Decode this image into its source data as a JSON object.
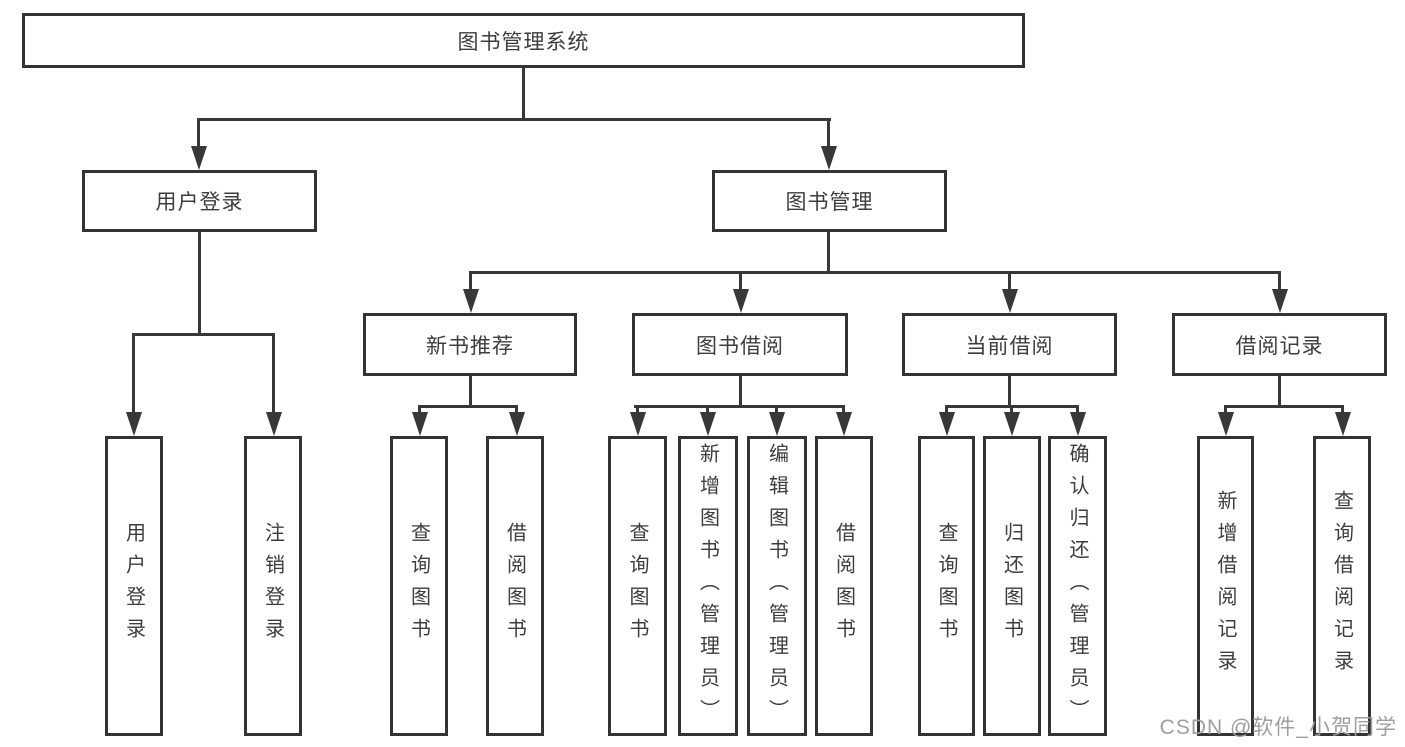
{
  "title": "图书管理系统",
  "colors": {
    "line": "#383838",
    "box_border": "#333333",
    "text": "#3d3d3d",
    "watermark": "#9e9e9e",
    "background": "#ffffff"
  },
  "tree": {
    "root": {
      "label": "图书管理系统"
    },
    "branches": [
      {
        "label": "用户登录",
        "children": [
          "用户登录",
          "注销登录"
        ]
      },
      {
        "label": "图书管理",
        "groups": [
          {
            "label": "新书推荐",
            "children": [
              "查询图书",
              "借阅图书"
            ]
          },
          {
            "label": "图书借阅",
            "children": [
              "查询图书",
              "新增图书（管理员）",
              "编辑图书（管理员）",
              "借阅图书"
            ]
          },
          {
            "label": "当前借阅",
            "children": [
              "查询图书",
              "归还图书",
              "确认归还（管理员）"
            ]
          },
          {
            "label": "借阅记录",
            "children": [
              "新增借阅记录",
              "查询借阅记录"
            ]
          }
        ]
      }
    ]
  },
  "watermark": {
    "text": "CSDN @软件_小贺同学"
  }
}
